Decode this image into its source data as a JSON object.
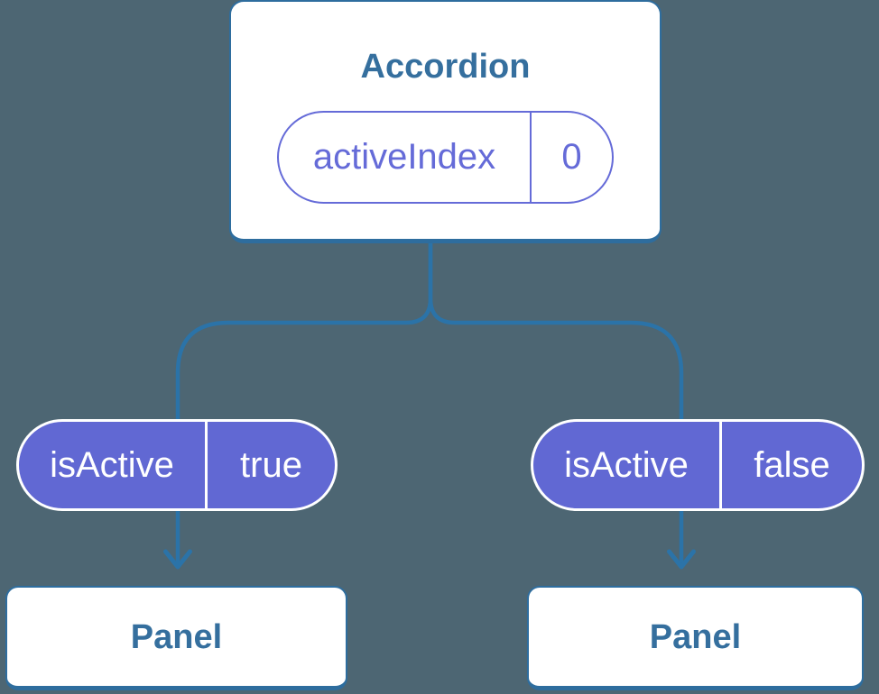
{
  "colors": {
    "background": "#4d6673",
    "connector_blue": "#2b73a8",
    "node_border_blue": "#2e6d9e",
    "node_text_blue": "#356f9e",
    "state_purple": "#656bd8",
    "prop_fill_purple": "#6168d3",
    "prop_text": "#ffffff",
    "card_background": "#ffffff"
  },
  "tree": {
    "root": {
      "label": "Accordion",
      "state": {
        "name": "activeIndex",
        "value": "0"
      }
    },
    "branches": [
      {
        "prop": {
          "name": "isActive",
          "value": "true"
        },
        "child": {
          "label": "Panel"
        }
      },
      {
        "prop": {
          "name": "isActive",
          "value": "false"
        },
        "child": {
          "label": "Panel"
        }
      }
    ]
  }
}
